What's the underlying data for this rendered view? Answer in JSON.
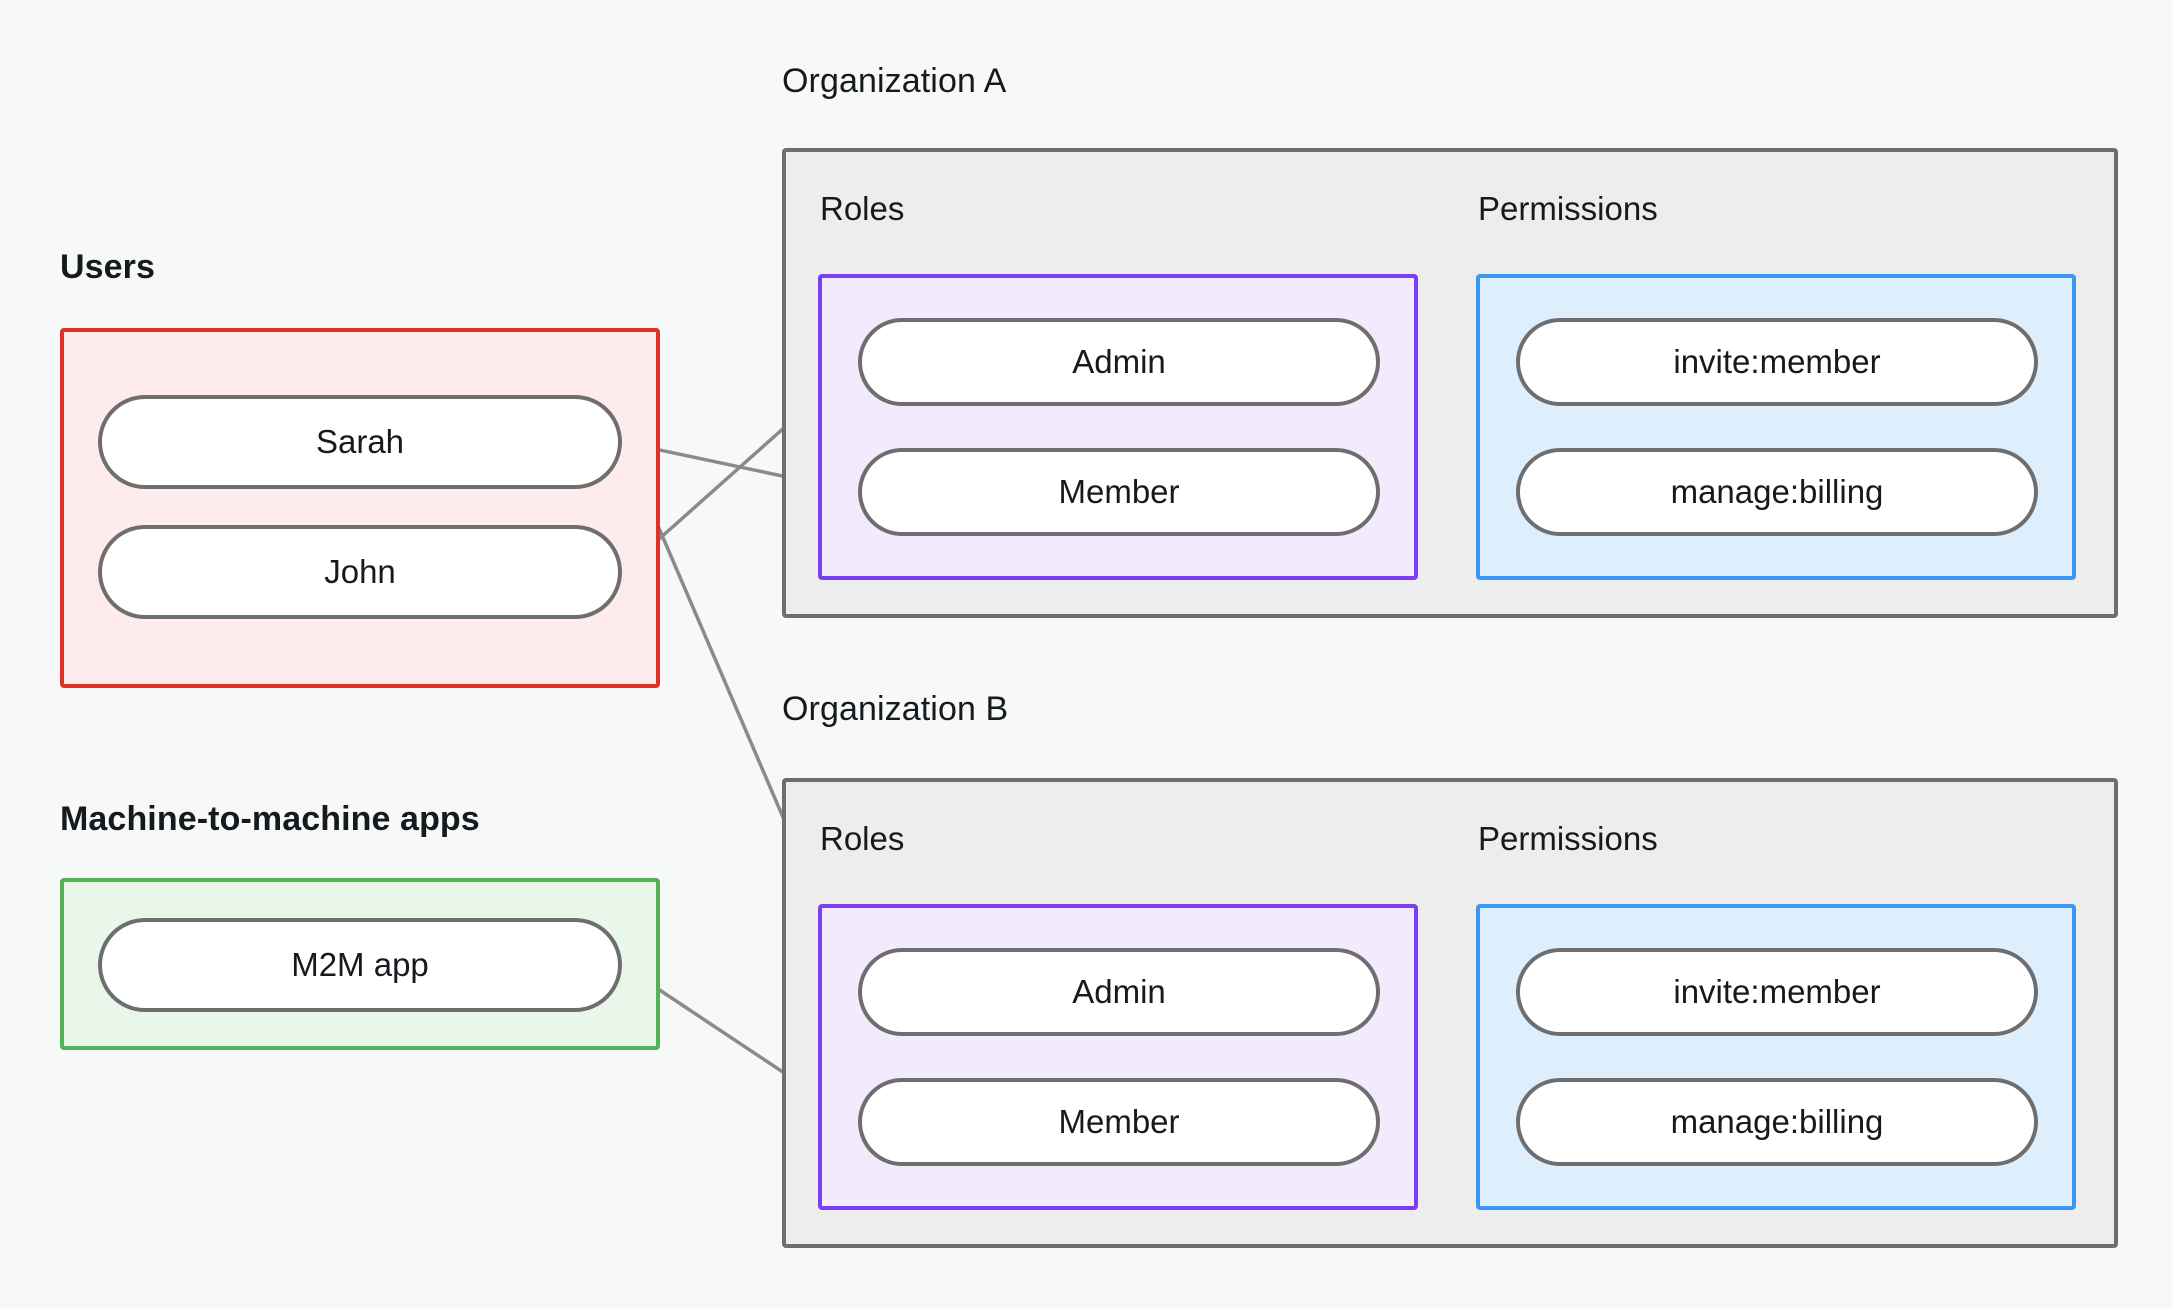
{
  "diagram": {
    "title_groups": {
      "users": "Users",
      "m2m": "Machine-to-machine apps",
      "org_a": "Organization A",
      "org_b": "Organization B"
    },
    "section_labels": {
      "roles": "Roles",
      "permissions": "Permissions"
    },
    "users": [
      {
        "id": "sarah",
        "label": "Sarah"
      },
      {
        "id": "john",
        "label": "John"
      }
    ],
    "m2m_apps": [
      {
        "id": "m2m-app",
        "label": "M2M app"
      }
    ],
    "organizations": [
      {
        "id": "org-a",
        "name": "Organization A",
        "roles_label": "Roles",
        "permissions_label": "Permissions",
        "roles": [
          {
            "id": "org-a-admin",
            "label": "Admin"
          },
          {
            "id": "org-a-member",
            "label": "Member"
          }
        ],
        "permissions": [
          {
            "id": "org-a-invite-member",
            "label": "invite:member"
          },
          {
            "id": "org-a-manage-billing",
            "label": "manage:billing"
          }
        ]
      },
      {
        "id": "org-b",
        "name": "Organization B",
        "roles_label": "Roles",
        "permissions_label": "Permissions",
        "roles": [
          {
            "id": "org-b-admin",
            "label": "Admin"
          },
          {
            "id": "org-b-member",
            "label": "Member"
          }
        ],
        "permissions": [
          {
            "id": "org-b-invite-member",
            "label": "invite:member"
          },
          {
            "id": "org-b-manage-billing",
            "label": "manage:billing"
          }
        ]
      }
    ],
    "connections": [
      {
        "from": "sarah",
        "to": "org-a-member"
      },
      {
        "from": "sarah",
        "to": "org-b-admin"
      },
      {
        "from": "john",
        "to": "org-a-admin"
      },
      {
        "from": "m2m-app",
        "to": "org-b-member"
      },
      {
        "from": "org-a-admin",
        "to": "org-a-invite-member"
      },
      {
        "from": "org-a-admin",
        "to": "org-a-manage-billing"
      },
      {
        "from": "org-a-member",
        "to": "org-a-manage-billing"
      },
      {
        "from": "org-b-admin",
        "to": "org-b-invite-member"
      },
      {
        "from": "org-b-admin",
        "to": "org-b-manage-billing"
      },
      {
        "from": "org-b-member",
        "to": "org-b-manage-billing"
      }
    ],
    "colors": {
      "background": "#f7f8f8",
      "users_border": "#e03127",
      "users_fill": "#fdeceb",
      "m2m_border": "#52b256",
      "m2m_fill": "#e9f7ea",
      "org_border": "#6e6e6e",
      "org_fill": "#ededed",
      "roles_border": "#7b3ff2",
      "roles_fill": "#f3eafd",
      "permissions_border": "#3b97f5",
      "permissions_fill": "#ddeefd",
      "node_border": "#6e6e6e",
      "node_fill": "#ffffff",
      "edge": "#8a8a8a",
      "text": "#16191d"
    }
  }
}
